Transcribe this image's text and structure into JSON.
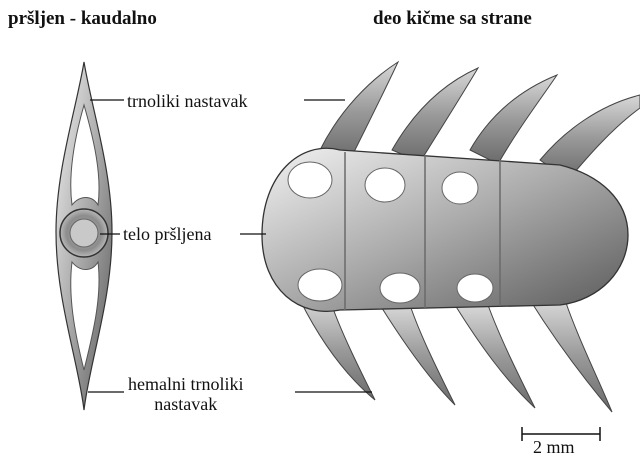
{
  "titles": {
    "left": "pršljen - kaudalno",
    "right": "deo kičme sa strane"
  },
  "labels": {
    "spinous": "trnoliki nastavak",
    "body": "telo pršljena",
    "hemal_line1": "hemalni trnoliki",
    "hemal_line2": "nastavak"
  },
  "scale_bar": {
    "text": "2 mm"
  },
  "colors": {
    "bone_light": "#e8e8e8",
    "bone_mid": "#a8a8a8",
    "bone_dark": "#4a4a4a",
    "line": "#111111"
  }
}
